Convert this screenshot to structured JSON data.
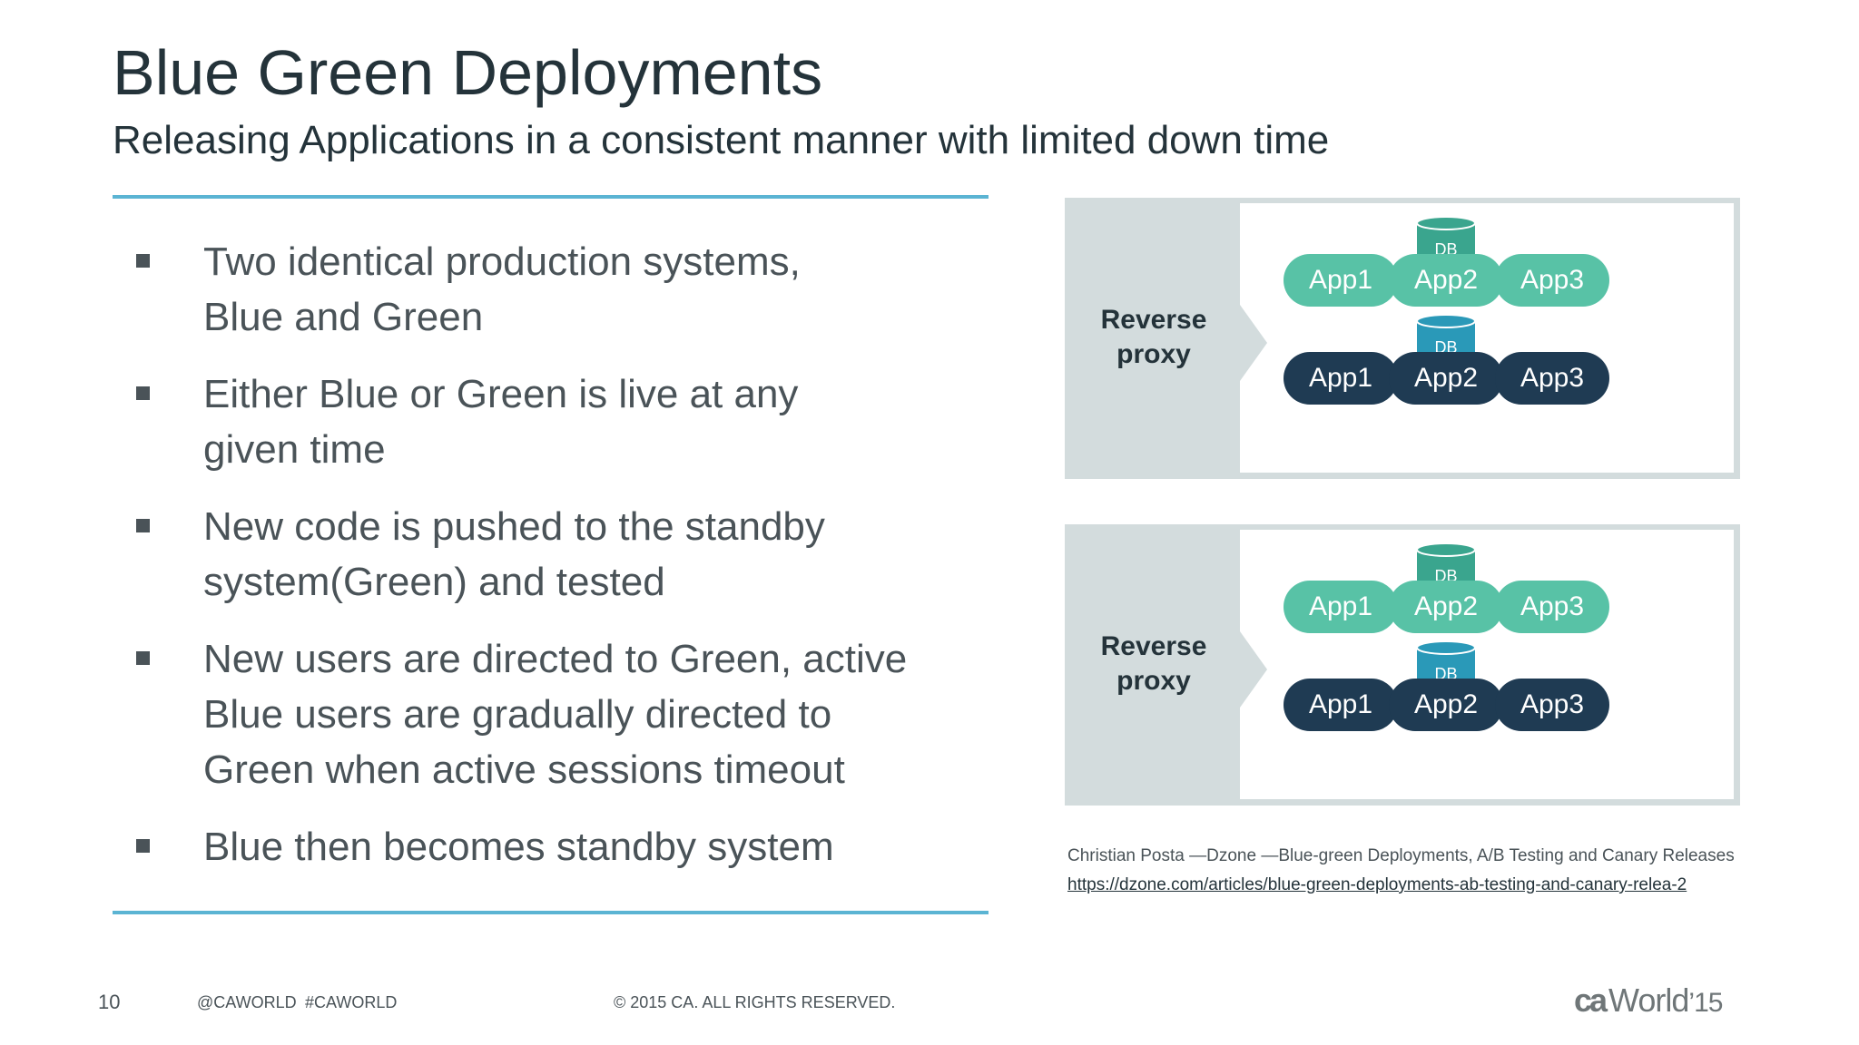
{
  "slide": {
    "title": "Blue Green Deployments",
    "subtitle": "Releasing Applications in a consistent manner with limited down time",
    "bullets": [
      {
        "lines": [
          "Two identical production systems,",
          "Blue and Green"
        ]
      },
      {
        "lines": [
          "Either Blue or Green is live at any",
          "given time"
        ]
      },
      {
        "lines": [
          "New code is pushed to the standby",
          "system(Green) and tested"
        ]
      },
      {
        "lines": [
          "New users are directed to Green, active",
          "Blue users are gradually directed to",
          "Green when active sessions timeout"
        ]
      },
      {
        "lines": [
          "Blue then becomes standby system"
        ]
      }
    ]
  },
  "diagram": {
    "proxy_label_line1": "Reverse",
    "proxy_label_line2": "proxy",
    "db_label": "DB",
    "apps": [
      "App1",
      "App2",
      "App3"
    ],
    "colors": {
      "green_app": "#58c2a6",
      "dark_app": "#1f3b53",
      "green_db": "#3aa58e",
      "blue_db": "#2a99b8",
      "panel_bg": "#d3dcdd"
    }
  },
  "citation": {
    "text": "Christian Posta —Dzone —Blue-green Deployments, A/B Testing and Canary Releases",
    "link": "https://dzone.com/articles/blue-green-deployments-ab-testing-and-canary-relea-2"
  },
  "footer": {
    "page_number": "10",
    "handle": "@CAWORLD",
    "hashtag": "#CAWORLD",
    "copyright": "© 2015 CA. ALL RIGHTS RESERVED.",
    "logo_ca": "ca",
    "logo_world": "World",
    "logo_year": "’15"
  }
}
